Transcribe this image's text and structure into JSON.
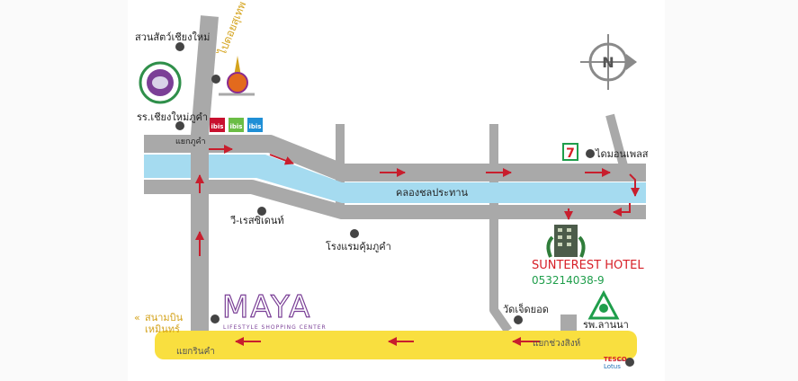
{
  "labels": {
    "zoo": "สวนสัตว์เชียงใหม่",
    "to_doi_suthep": "ไปดอยสุเทพ",
    "school": "รร.เชียงใหม่ภูคำ",
    "junction_phukham": "แยกภูคำ",
    "rest_residence": "วี-เรสซิเดนท์",
    "hotel_khumphukham": "โรงแรมคุ้มภูคำ",
    "canal": "คลองชลประทาน",
    "diamond_place": "ไดมอนเพลส",
    "hotel_name": "SUNTEREST HOTEL",
    "hotel_phone": "053214038-9",
    "wat_jet_yot": "วัดเจ็ดยอด",
    "to_airport": "สนามบิน",
    "to_airport_line2": "เหมินทร์",
    "maya": "MAYA",
    "maya_sub": "LIFESTYLE SHOPPING CENTER",
    "junction_rincome": "แยกรินคำ",
    "junction_changphuak": "แยกช่วงสิงห์",
    "hospital": "รพ.ลานนา",
    "tesco_line1": "TESCO",
    "tesco_line2": "Lotus",
    "compass": "N",
    "ibis1": "ibis",
    "ibis2": "ibis",
    "ibis3": "ibis",
    "seven": "7"
  },
  "colors": {
    "road": "#a9a9a9",
    "canal": "#a5dbf0",
    "main_road": "#f9df3f",
    "arrow": "#c81e2d",
    "hotel_red": "#d71f27",
    "hotel_green": "#1f9e4b",
    "dot": "#444444",
    "maya_purple": "#7a3f96",
    "gold": "#d4a31c"
  }
}
